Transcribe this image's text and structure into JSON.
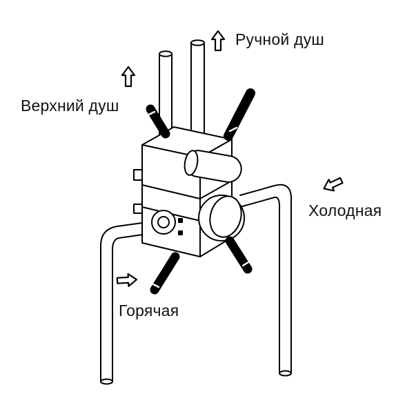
{
  "diagram": {
    "background_color": "#ffffff",
    "line_color": "#000000",
    "labels": {
      "hand_shower": "Ручной душ",
      "overhead_shower": "Верхний душ",
      "cold_water": "Холодная",
      "hot_water": "Горячая"
    },
    "arrows": {
      "hand_shower_direction": "up",
      "overhead_shower_direction": "up",
      "cold_water_direction": "down-left",
      "hot_water_direction": "right"
    }
  }
}
